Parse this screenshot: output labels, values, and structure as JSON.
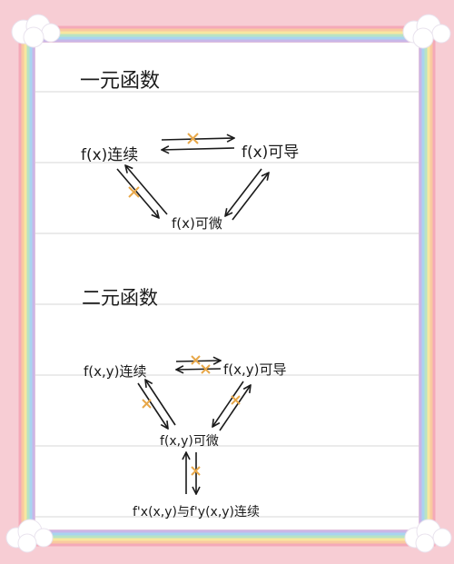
{
  "sections": {
    "one_var": {
      "title": "一元函数",
      "continuous": "f(x)连续",
      "derivable": "f(x)可导",
      "differentiable": "f(x)可微"
    },
    "two_var": {
      "title": "二元函数",
      "continuous": "f(x,y)连续",
      "partial": "f(x,y)可导",
      "differentiable": "f(x,y)可微",
      "partials_continuous": "f'x(x,y)与f'y(x,y)连续"
    }
  },
  "colors": {
    "page_background": "#f7cdd4",
    "paper": "#ffffff",
    "rule_line": "#d7d7d7",
    "ink": "#1b1b1b",
    "cross_mark": "#e8a84a",
    "rainbow_border": [
      "#f4a9b8",
      "#f9c9a0",
      "#f7e7a0",
      "#b8e3c4",
      "#a8d4ef",
      "#c9b6e8"
    ],
    "cloud": "#ffffff"
  },
  "icons": [
    "cloud-icon",
    "cross-mark-icon"
  ]
}
